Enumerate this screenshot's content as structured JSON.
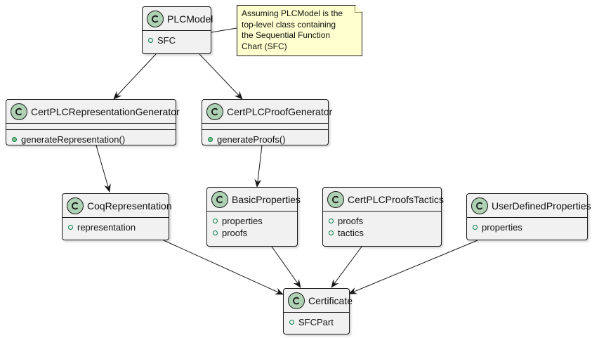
{
  "diagram": {
    "type": "uml-class-diagram",
    "classes": {
      "plcmodel": {
        "name": "PLCModel",
        "attributes": [
          "SFC"
        ],
        "methods": []
      },
      "reprgen": {
        "name": "CertPLCRepresentationGenerator",
        "attributes": [],
        "methods": [
          "generateRepresentation()"
        ]
      },
      "proofgen": {
        "name": "CertPLCProofGenerator",
        "attributes": [],
        "methods": [
          "generateProofs()"
        ]
      },
      "coqrep": {
        "name": "CoqRepresentation",
        "attributes": [
          "representation"
        ],
        "methods": []
      },
      "basicprops": {
        "name": "BasicProperties",
        "attributes": [
          "properties",
          "proofs"
        ],
        "methods": []
      },
      "tactics": {
        "name": "CertPLCProofsTactics",
        "attributes": [
          "proofs",
          "tactics"
        ],
        "methods": []
      },
      "userprops": {
        "name": "UserDefinedProperties",
        "attributes": [
          "properties"
        ],
        "methods": []
      },
      "certificate": {
        "name": "Certificate",
        "attributes": [
          "SFCPart"
        ],
        "methods": []
      }
    },
    "note": {
      "text": "Assuming PLCModel is the\ntop-level class containing\nthe Sequential Function\nChart (SFC)",
      "attached_to": "PLCModel"
    },
    "relations": [
      {
        "from": "PLCModel",
        "to": "CertPLCRepresentationGenerator"
      },
      {
        "from": "PLCModel",
        "to": "CertPLCProofGenerator"
      },
      {
        "from": "CertPLCRepresentationGenerator",
        "to": "CoqRepresentation"
      },
      {
        "from": "CertPLCProofGenerator",
        "to": "BasicProperties"
      },
      {
        "from": "CoqRepresentation",
        "to": "Certificate"
      },
      {
        "from": "BasicProperties",
        "to": "Certificate"
      },
      {
        "from": "CertPLCProofsTactics",
        "to": "Certificate"
      },
      {
        "from": "UserDefinedProperties",
        "to": "Certificate"
      }
    ],
    "colors": {
      "class_fill": "#f1f1f1",
      "class_border": "#181818",
      "badge_fill": "#add1b2",
      "note_fill": "#fefece",
      "attribute_marker": "#038048",
      "method_marker_fill": "#84be84"
    }
  }
}
